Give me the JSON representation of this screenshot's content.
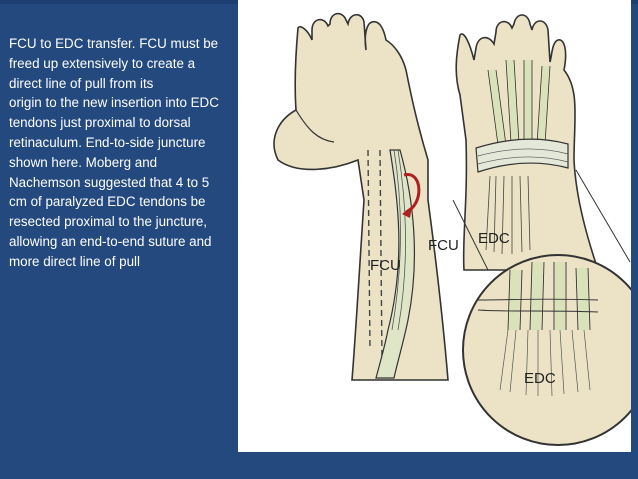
{
  "slide": {
    "body_text": "FCU to EDC transfer. FCU must be\nfreed up extensively to create a\ndirect line of pull from its\norigin to the new insertion into EDC\ntendons just proximal to dorsal\nretinaculum. End-to-side juncture\nshown here. Moberg and\nNachemson suggested that 4 to 5\ncm of paralyzed EDC tendons be\nresected proximal to the juncture,\nallowing an end-to-end suture and\nmore direct line of pull"
  },
  "figure": {
    "labels": {
      "fcu_left": "FCU",
      "fcu_right": "FCU",
      "edc_top": "EDC",
      "edc_inset": "EDC"
    }
  },
  "colors": {
    "background": "#24497f",
    "text": "#ffffff",
    "skin": "#ece2c6",
    "tendon": "#e8ecd0",
    "line": "#333333"
  }
}
